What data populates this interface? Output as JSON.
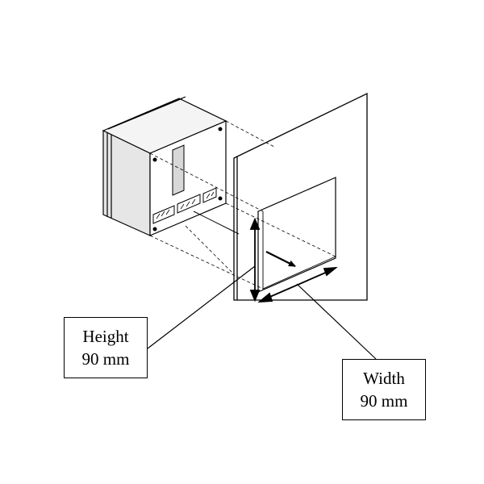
{
  "labels": {
    "height": {
      "name": "Height",
      "value": "90 mm"
    },
    "width": {
      "name": "Width",
      "value": "90 mm"
    }
  },
  "colors": {
    "line": "#000000",
    "fill_light": "#f4f4f4",
    "fill_dark": "#d8d8d8",
    "background": "#ffffff"
  }
}
